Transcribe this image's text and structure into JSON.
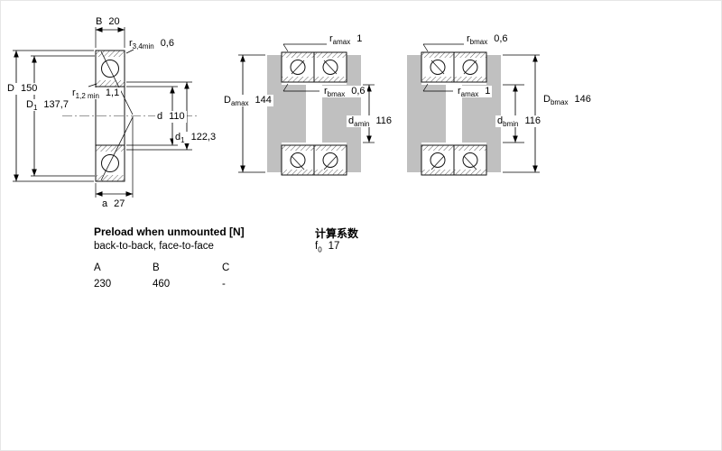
{
  "main_drawing": {
    "dim_B": {
      "sym": "B",
      "sub": "",
      "value": "20"
    },
    "dim_r34": {
      "sym": "r",
      "sub": "3,4min",
      "value": "0,6"
    },
    "dim_D": {
      "sym": "D",
      "sub": "",
      "value": "150"
    },
    "dim_D1": {
      "sym": "D",
      "sub": "1",
      "value": "137,7"
    },
    "dim_r12": {
      "sym": "r",
      "sub": "1,2 min",
      "value": "1,1"
    },
    "dim_d": {
      "sym": "d",
      "sub": "",
      "value": "110"
    },
    "dim_d1": {
      "sym": "d",
      "sub": "1",
      "value": "122,3"
    },
    "dim_a": {
      "sym": "a",
      "sub": "",
      "value": "27"
    }
  },
  "pair_back_to_back": {
    "dim_ra_top": {
      "sym": "r",
      "sub": "amax",
      "value": "1"
    },
    "dim_Da": {
      "sym": "D",
      "sub": "amax",
      "value": "144"
    },
    "dim_rb_mid": {
      "sym": "r",
      "sub": "bmax",
      "value": "0,6"
    },
    "dim_da": {
      "sym": "d",
      "sub": "amin",
      "value": "116"
    }
  },
  "pair_face_to_face": {
    "dim_rb_top": {
      "sym": "r",
      "sub": "bmax",
      "value": "0,6"
    },
    "dim_ra_mid": {
      "sym": "r",
      "sub": "amax",
      "value": "1"
    },
    "dim_Db": {
      "sym": "D",
      "sub": "bmax",
      "value": "146"
    },
    "dim_db": {
      "sym": "d",
      "sub": "bmin",
      "value": "116"
    }
  },
  "preload_section": {
    "title": "Preload when unmounted [N]",
    "subtitle": "back-to-back, face-to-face",
    "columns": [
      "A",
      "B",
      "C"
    ],
    "values": [
      "230",
      "460",
      "-"
    ]
  },
  "calc_section": {
    "title": "计算系数",
    "f0": {
      "sym": "f",
      "sub": "0",
      "value": "17"
    }
  },
  "colors": {
    "shading": "#c0c0c0",
    "line": "#000000"
  }
}
